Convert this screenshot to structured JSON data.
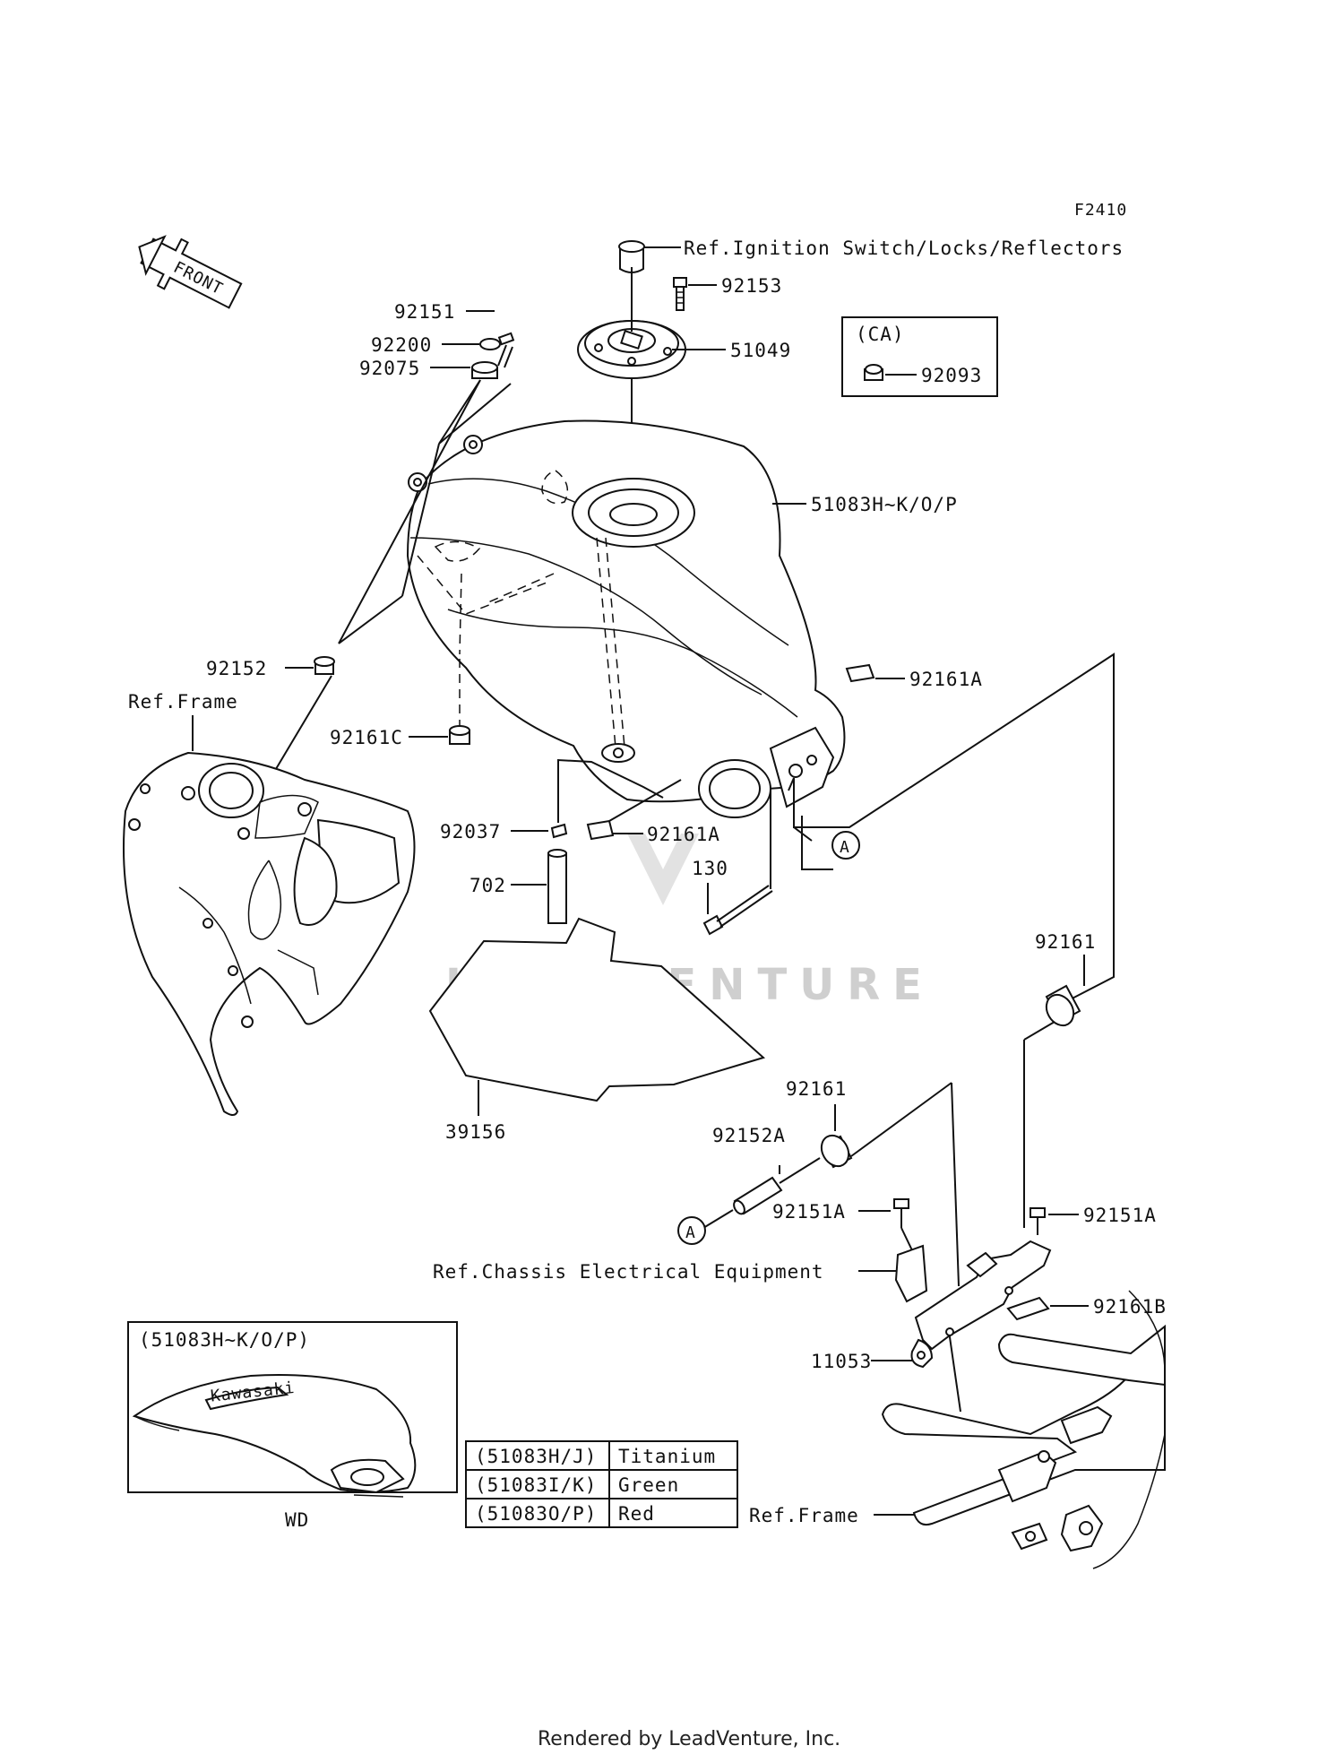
{
  "diagram": {
    "figure_code": "F2410",
    "front_marker": "FRONT",
    "watermark": "LEADVENTURE",
    "footer": "Rendered by LeadVenture, Inc.",
    "callouts": {
      "ref_ignition": "Ref.Ignition Switch/Locks/Reflectors",
      "p92153": "92153",
      "p51049": "51049",
      "ca_label": "(CA)",
      "p92093": "92093",
      "p92151_top": "92151",
      "p92200": "92200",
      "p92075": "92075",
      "p51083": "51083H~K/O/P",
      "p92152": "92152",
      "ref_frame_left": "Ref.Frame",
      "p92161a_right": "92161A",
      "p92161c": "92161C",
      "p92037": "92037",
      "p92161a_mid": "92161A",
      "p130": "130",
      "marker_a_top": "A",
      "p702": "702",
      "p92161_right": "92161",
      "p39156": "39156",
      "p92161_mid": "92161",
      "p92152a": "92152A",
      "marker_a_bottom": "A",
      "p92151a_mid": "92151A",
      "p92151a_right": "92151A",
      "ref_chassis": "Ref.Chassis Electrical Equipment",
      "p92161b": "92161B",
      "p11053": "11053",
      "ref_frame_right": "Ref.Frame"
    },
    "inset": {
      "title": "(51083H~K/O/P)",
      "badge_text": "Kawasaki",
      "caption": "WD"
    },
    "color_table": [
      {
        "code": "(51083H/J)",
        "color": "Titanium"
      },
      {
        "code": "(51083I/K)",
        "color": "Green"
      },
      {
        "code": "(51083O/P)",
        "color": "Red"
      }
    ]
  }
}
